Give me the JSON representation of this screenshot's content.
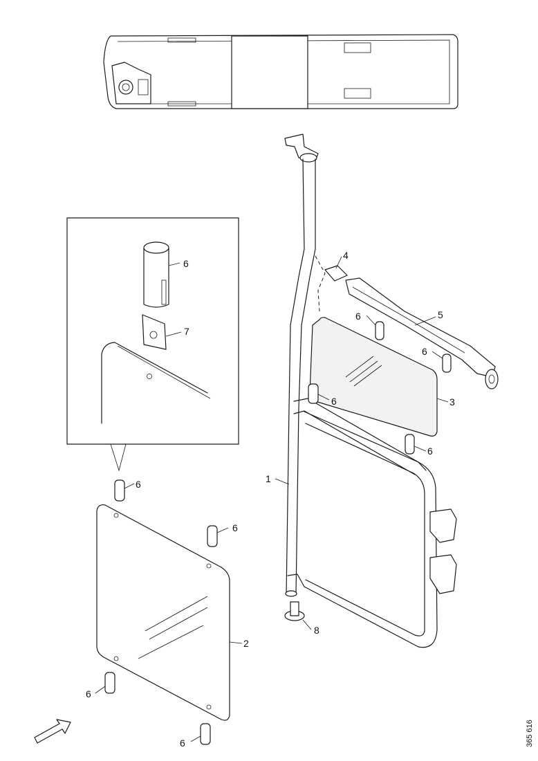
{
  "labels": {
    "frame": "1",
    "side_glass": "2",
    "upper_glass": "3",
    "bracket_top": "4",
    "cross_bar": "5",
    "spacer_a": "6",
    "spacer_b": "6",
    "spacer_c": "6",
    "spacer_d": "6",
    "spacer_e": "6",
    "spacer_f": "6",
    "spacer_g": "6",
    "spacer_h": "6",
    "detail_spacer": "6",
    "detail_clip": "7",
    "foot_mount": "8"
  },
  "reference_code": "365 616",
  "icons": {
    "direction": "arrow-icon"
  }
}
